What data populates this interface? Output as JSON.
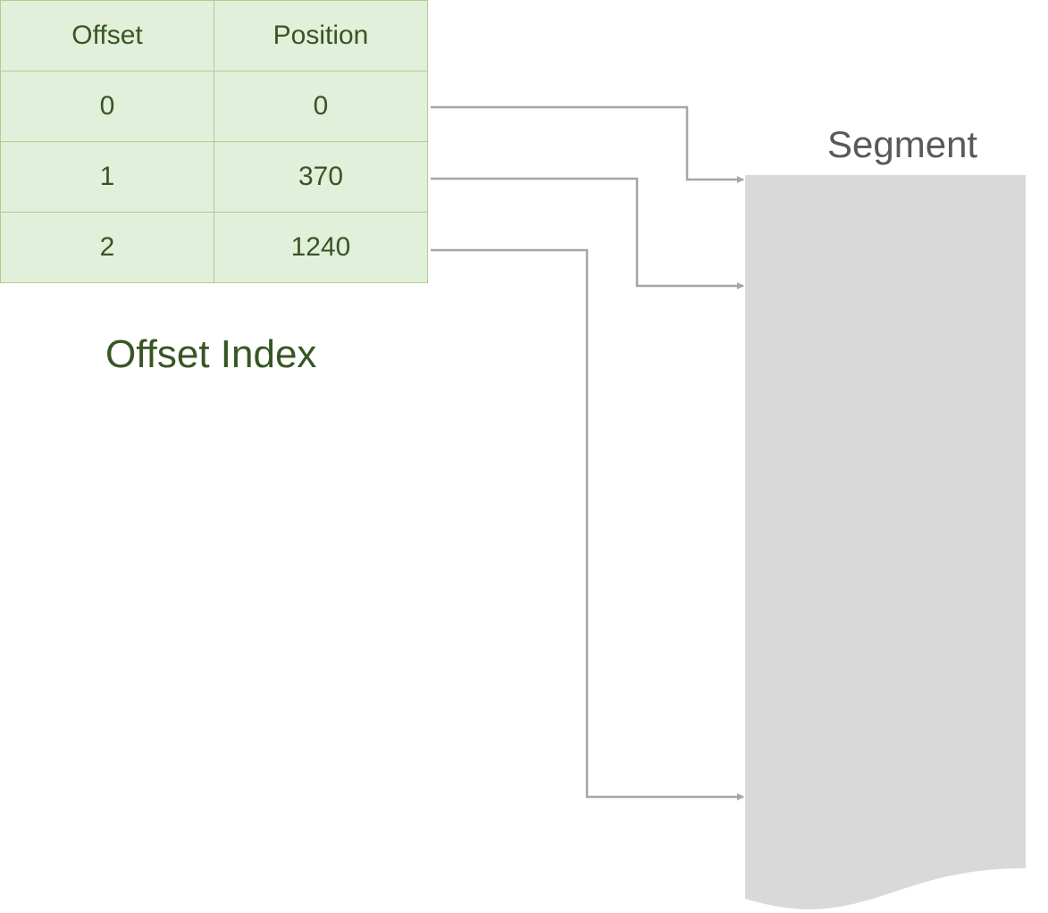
{
  "offset_index": {
    "label": "Offset Index",
    "headers": [
      "Offset",
      "Position"
    ],
    "rows": [
      {
        "offset": "0",
        "position": "0"
      },
      {
        "offset": "1",
        "position": "370"
      },
      {
        "offset": "2",
        "position": "1240"
      }
    ]
  },
  "segment": {
    "label": "Segment"
  },
  "colors": {
    "table_fill": "#e2efda",
    "table_border": "#a9d08e",
    "table_text": "#375623",
    "segment_fill": "#d9d9d9",
    "connector": "#a6a6a6",
    "segment_label": "#595959"
  }
}
